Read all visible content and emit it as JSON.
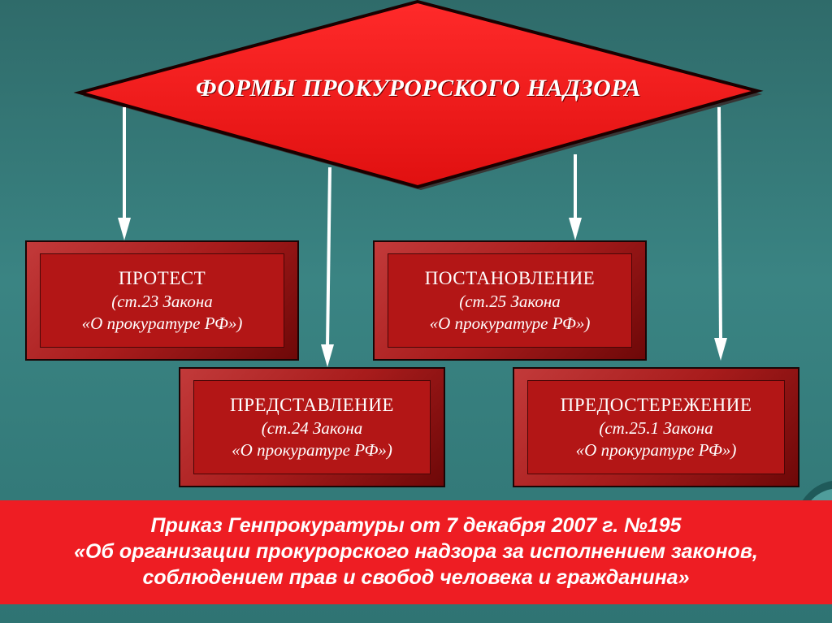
{
  "diagram": {
    "title": "ФОРМЫ ПРОКУРОРСКОГО НАДЗОРА",
    "colors": {
      "background": "#3a8483",
      "diamond_fill": "#ee1d23",
      "box_fill": "#b31616",
      "arrow": "#ffffff",
      "banner_fill": "#ee1d23"
    },
    "boxes": [
      {
        "id": "protest",
        "title": "ПРОТЕСТ",
        "line1": "(ст.23 Закона",
        "line2": "«О прокуратуре РФ»)"
      },
      {
        "id": "postanovlenie",
        "title": "ПОСТАНОВЛЕНИЕ",
        "line1": "(ст.25 Закона",
        "line2": "«О прокуратуре РФ»)"
      },
      {
        "id": "predstavlenie",
        "title": "ПРЕДСТАВЛЕНИЕ",
        "line1": "(ст.24 Закона",
        "line2": "«О прокуратуре РФ»)"
      },
      {
        "id": "predosterezhenie",
        "title": "ПРЕДОСТЕРЕЖЕНИЕ",
        "line1": "(ст.25.1 Закона",
        "line2": "«О прокуратуре РФ»)"
      }
    ]
  },
  "banner": {
    "line1": "Приказ Генпрокуратуры от 7 декабря 2007 г. №195",
    "line2": "«Об организации прокурорского надзора за исполнением законов,",
    "line3": "соблюдением прав и свобод человека и гражданина»"
  }
}
